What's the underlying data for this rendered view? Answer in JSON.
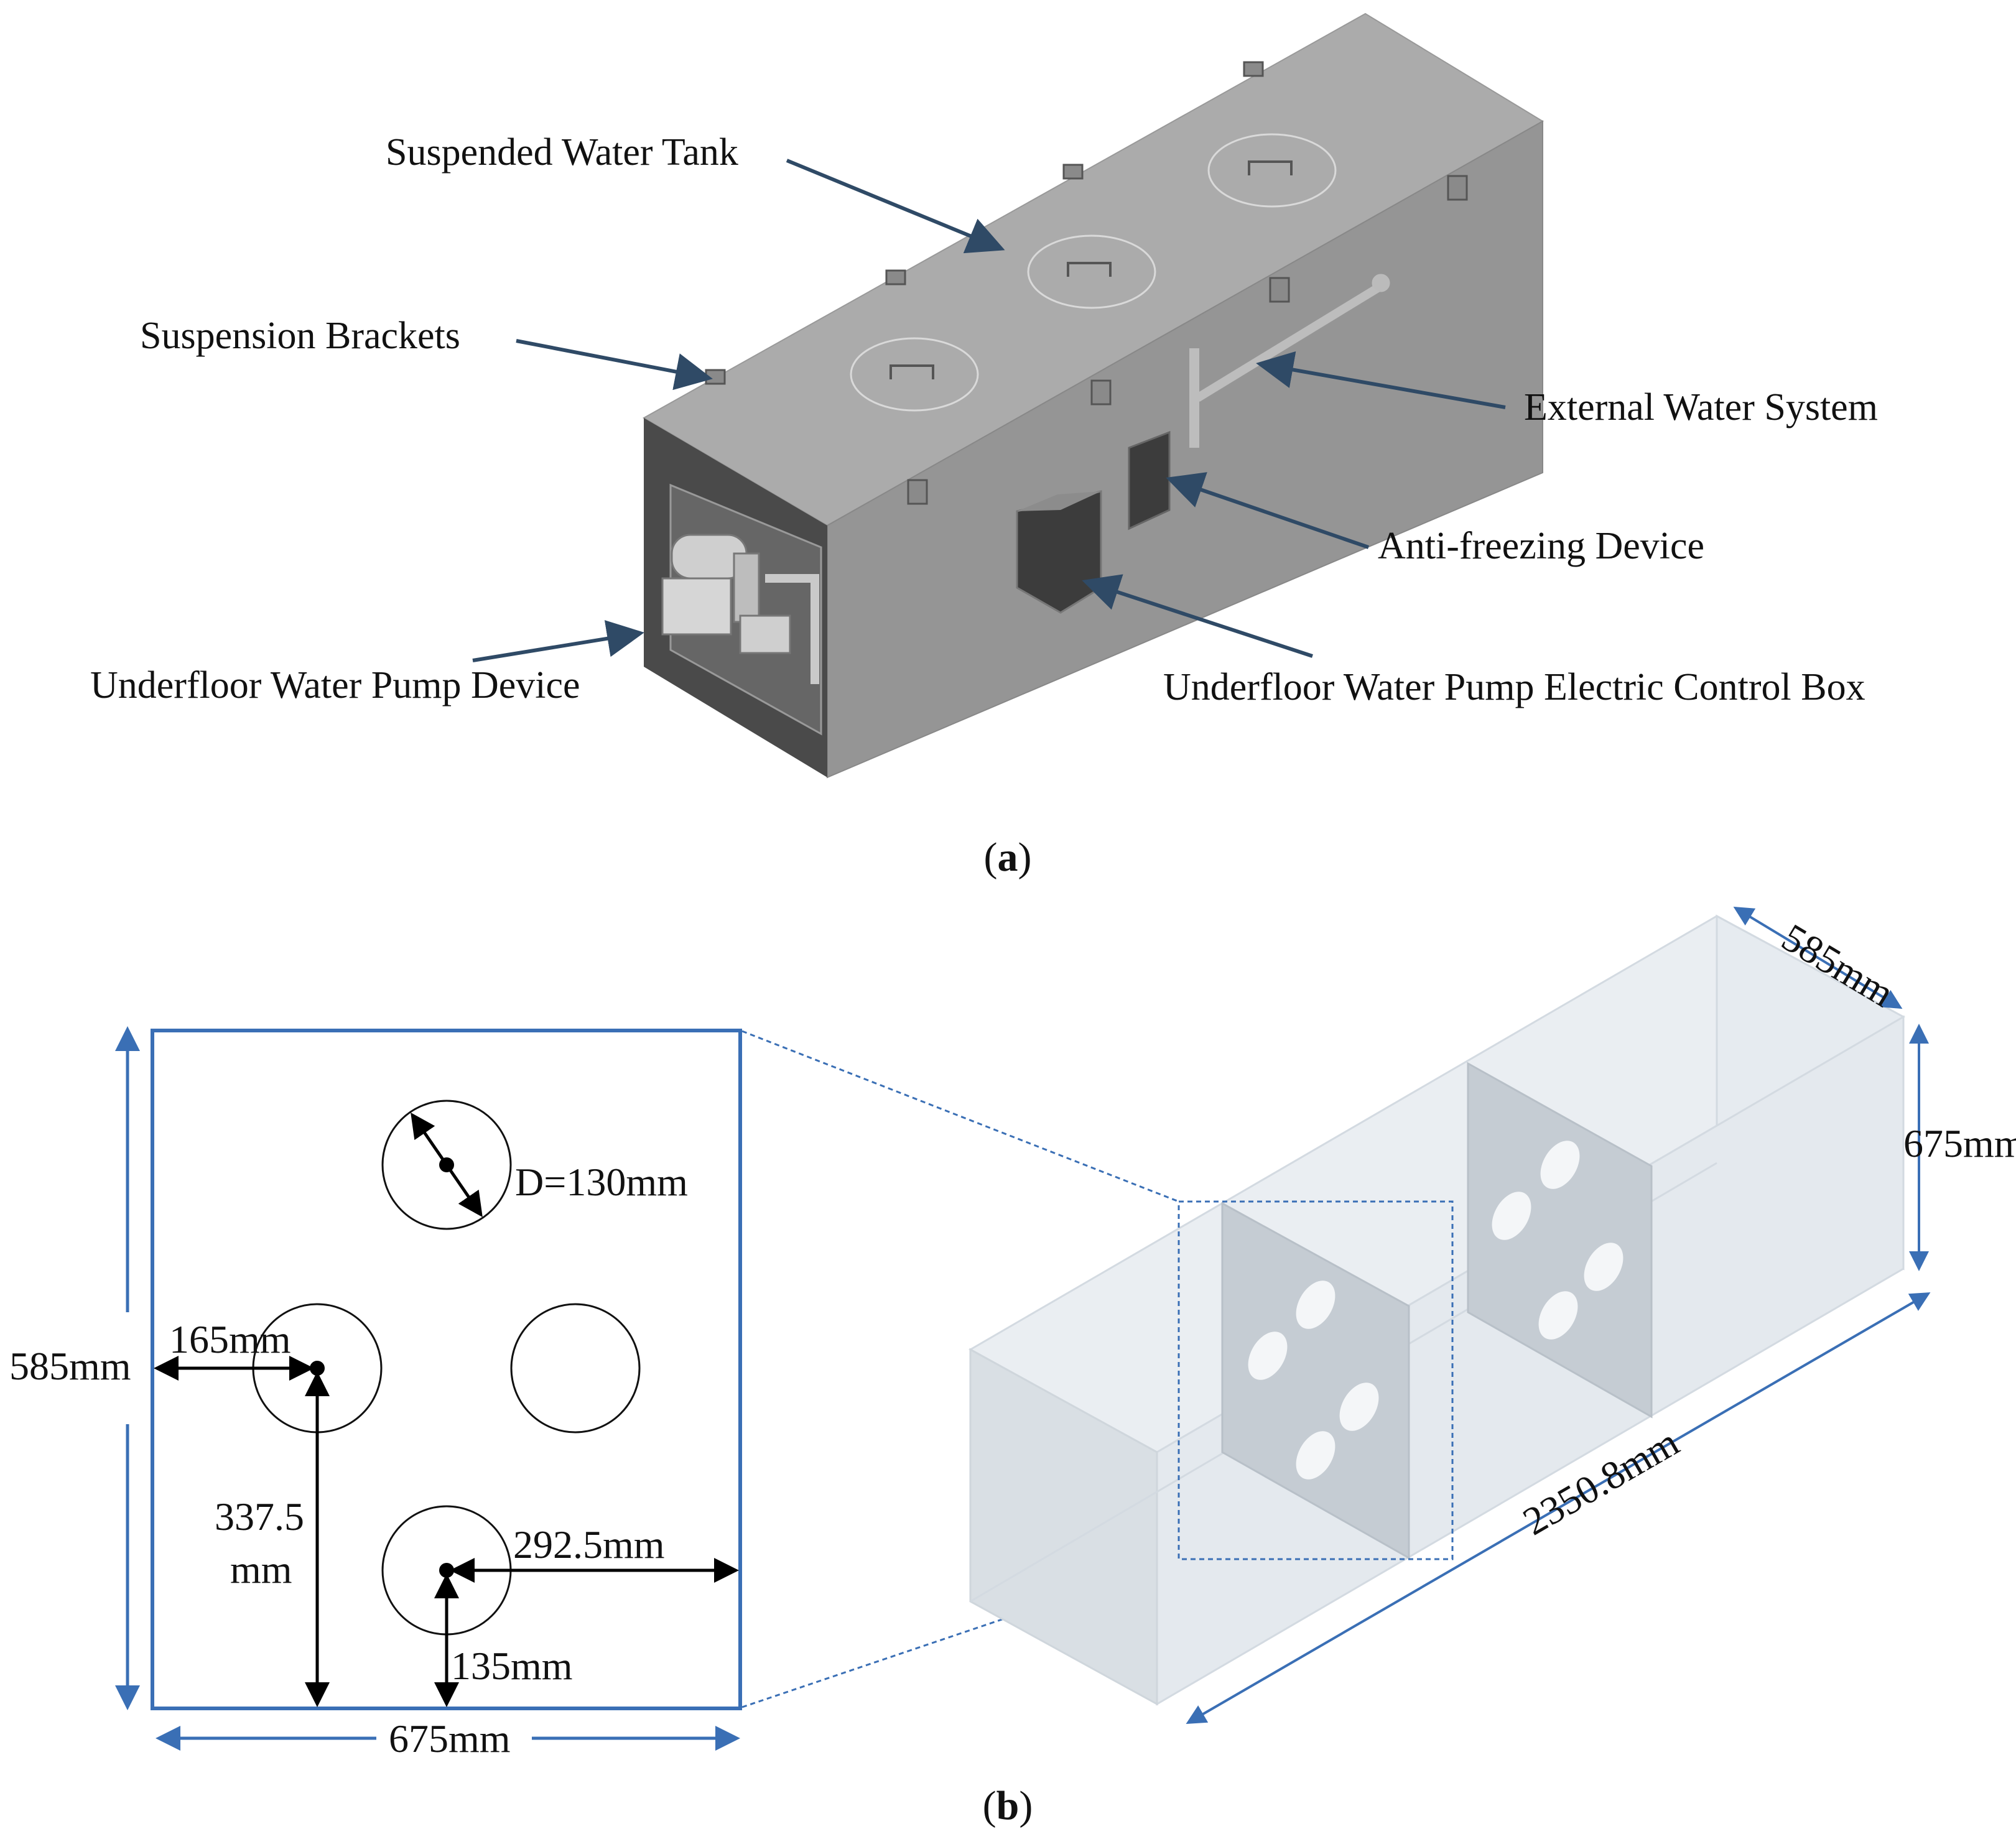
{
  "panel_a": {
    "caption_letter": "a",
    "labels": {
      "suspended_tank": "Suspended Water Tank",
      "suspension_brackets": "Suspension Brackets",
      "external_water_system": "External Water System",
      "anti_freezing": "Anti-freezing Device",
      "pump_device": "Underfloor Water Pump Device",
      "control_box": "Underfloor Water Pump Electric Control Box"
    }
  },
  "panel_b": {
    "caption_letter": "b",
    "baffle_dims": {
      "hole_diameter": "D=130mm",
      "left_offset": "165mm",
      "height_side": "585mm",
      "vertical_337_line1": "337.5",
      "vertical_337_line2": "mm",
      "right_offset": "292.5mm",
      "bottom_offset": "135mm",
      "width_bottom": "675mm"
    },
    "tank_dims": {
      "depth": "585mm",
      "height": "675mm",
      "length": "2350.8mm"
    }
  },
  "colors": {
    "arrow": "#2f4a66",
    "dimension_blue": "#3a6fb5",
    "tank_top": "#a9a9a9",
    "tank_side": "#939393",
    "tank_front": "#4a4a4a",
    "glass": "#dfe5ea"
  }
}
